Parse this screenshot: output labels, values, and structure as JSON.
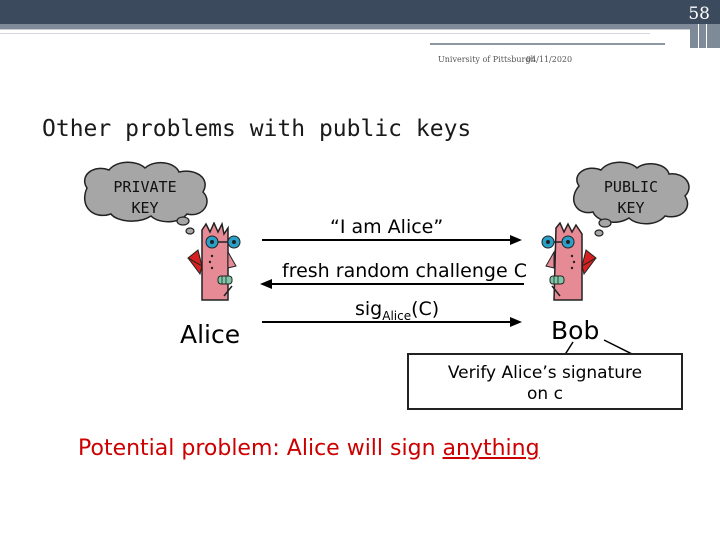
{
  "slide": {
    "number": "58",
    "institution": "University of Pittsburgh",
    "date": "04/11/2020",
    "title": "Other problems with public keys"
  },
  "alice": {
    "name": "Alice",
    "cloud_line1": "PRIVATE",
    "cloud_line2": "KEY"
  },
  "bob": {
    "name": "Bob",
    "cloud_line1": "PUBLIC",
    "cloud_line2": "KEY"
  },
  "messages": {
    "m1": "“I am Alice”",
    "m2": "fresh random challenge C",
    "m3_base": "sig",
    "m3_sub": "Alice",
    "m3_tail": "(C)"
  },
  "verify": {
    "line1": "Verify Alice’s signature",
    "line2": "on c"
  },
  "problem": {
    "prefix": "Potential problem: Alice will sign ",
    "emphasis": "anything"
  },
  "colors": {
    "header_bar": "#3c4a5e",
    "header_accent": "#7f8a99",
    "cloud_fill": "#a6a6a6",
    "face_skin": "#e68a95",
    "face_accent": "#2aa0c8",
    "ear_red": "#d42020",
    "problem_text": "#cc0000"
  }
}
